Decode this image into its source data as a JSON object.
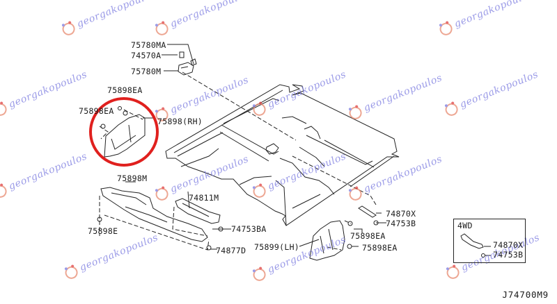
{
  "diagram": {
    "title_code": "J74700M9",
    "highlight_color": "#e0201e",
    "watermark_text": "georgakopoulos",
    "watermark_color": "#7a7ae0",
    "labels": {
      "p75780MA": "75780MA",
      "p74570A": "74570A",
      "p75780M": "75780M",
      "p75898EA_top": "75898EA",
      "p75898EA_left": "75898EA",
      "p75898RH": "75898(RH)",
      "p75898M": "75898M",
      "p75898E": "75898E",
      "p74811M": "74811M",
      "p74753BA": "74753BA",
      "p74877D": "74877D",
      "p74870X": "74870X",
      "p74753B": "74753B",
      "p75898EA_right1": "75898EA",
      "p75898EA_right2": "75898EA",
      "p75899LH": "75899(LH)"
    },
    "inset": {
      "title": "4WD",
      "labels": {
        "p74870X": "74870X",
        "p74753B": "74753B"
      }
    }
  }
}
